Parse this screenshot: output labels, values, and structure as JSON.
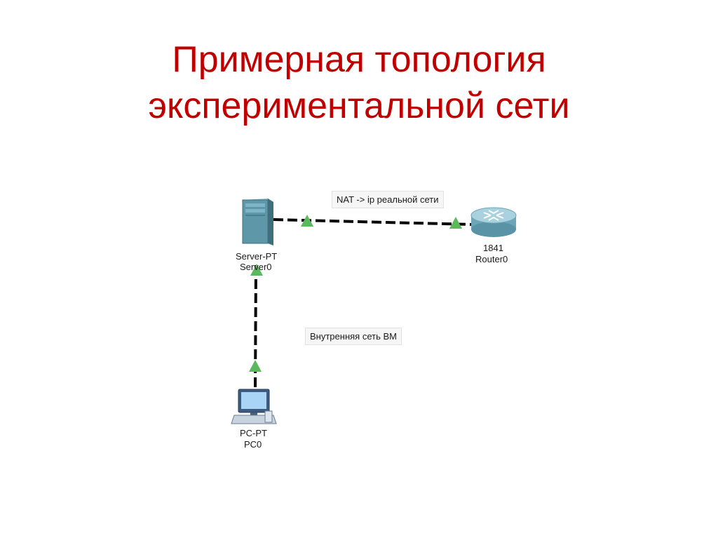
{
  "slide": {
    "title_line1": "Примерная топология",
    "title_line2": "экспериментальной сети"
  },
  "diagram": {
    "nodes": [
      {
        "id": "server",
        "type_label": "Server-PT",
        "name_label": "Server0",
        "icon": "server-icon"
      },
      {
        "id": "router",
        "type_label": "1841",
        "name_label": "Router0",
        "icon": "router-icon"
      },
      {
        "id": "pc",
        "type_label": "PC-PT",
        "name_label": "PC0",
        "icon": "pc-icon"
      }
    ],
    "links": [
      {
        "from": "server",
        "to": "router",
        "status": "up"
      },
      {
        "from": "server",
        "to": "pc",
        "status": "up"
      }
    ],
    "notes": [
      {
        "id": "nat-note",
        "text": "NAT -> ip реальной сети"
      },
      {
        "id": "internal-note",
        "text": "Внутренняя сеть ВМ"
      }
    ]
  },
  "colors": {
    "title": "#c00000",
    "link_up_indicator": "#5cb85c",
    "server_body": "#5e97a8",
    "router_body": "#7fb4c6"
  }
}
